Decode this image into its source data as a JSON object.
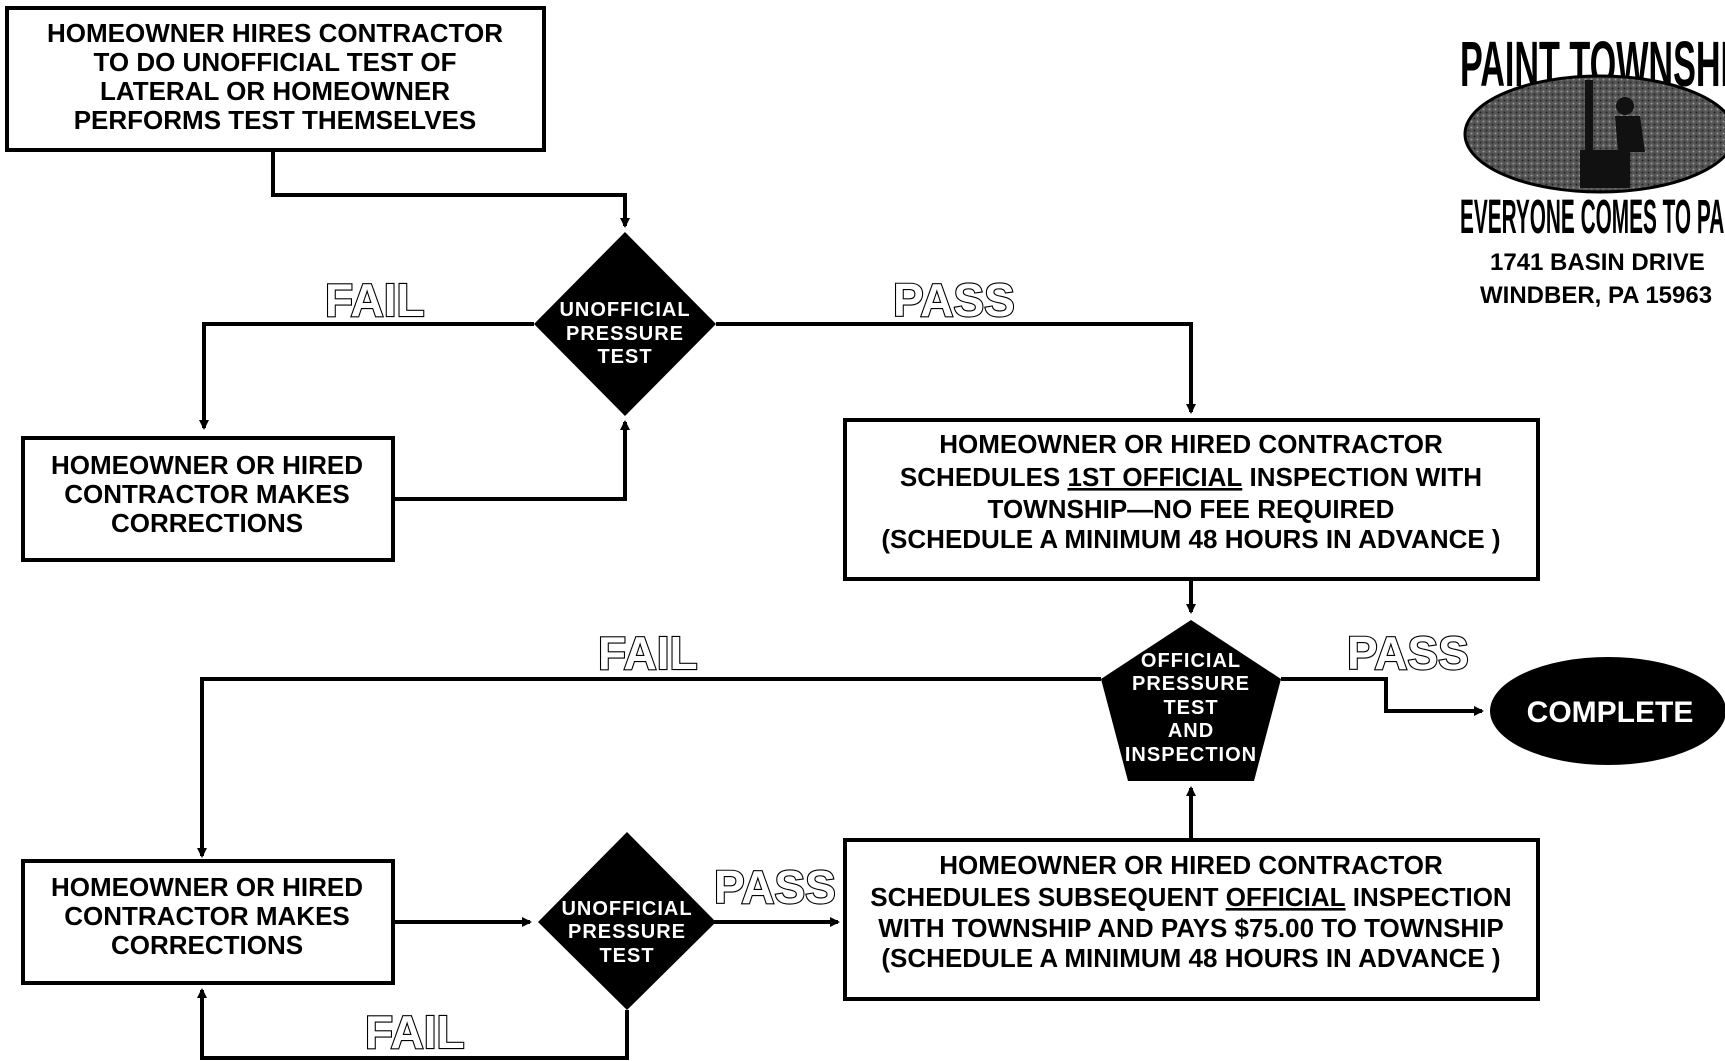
{
  "start_box": {
    "lines": [
      "HOMEOWNER HIRES CONTRACTOR",
      "TO DO UNOFFICIAL TEST OF",
      "LATERAL OR HOMEOWNER",
      "PERFORMS TEST THEMSELVES"
    ]
  },
  "decision_top": {
    "lines": [
      "UNOFFICIAL",
      "PRESSURE",
      "TEST"
    ]
  },
  "corrections_top": {
    "lines": [
      "HOMEOWNER OR HIRED",
      "CONTRACTOR MAKES",
      "CORRECTIONS"
    ]
  },
  "first_official_box": {
    "line1": "HOMEOWNER OR HIRED CONTRACTOR",
    "line2_pre": "SCHEDULES ",
    "line2_emph": "1ST OFFICIAL",
    "line2_post": " INSPECTION WITH",
    "line3": "TOWNSHIP—NO FEE REQUIRED",
    "line4": "(SCHEDULE A MINIMUM 48 HOURS IN ADVANCE )"
  },
  "official_test": {
    "lines": [
      "OFFICIAL",
      "PRESSURE",
      "TEST",
      "AND",
      "INSPECTION"
    ]
  },
  "complete": {
    "label": "COMPLETE"
  },
  "corrections_bottom": {
    "lines": [
      "HOMEOWNER OR HIRED",
      "CONTRACTOR MAKES",
      "CORRECTIONS"
    ]
  },
  "decision_bottom": {
    "lines": [
      "UNOFFICIAL",
      "PRESSURE",
      "TEST"
    ]
  },
  "subsequent_box": {
    "line1": "HOMEOWNER OR HIRED CONTRACTOR",
    "line2_pre": "SCHEDULES SUBSEQUENT  ",
    "line2_emph": "OFFICIAL",
    "line2_post": " INSPECTION",
    "line3": "WITH TOWNSHIP AND PAYS $75.00 TO TOWNSHIP",
    "line4": "(SCHEDULE A MINIMUM 48 HOURS IN ADVANCE )"
  },
  "labels": {
    "fail_top": "FAIL",
    "pass_top": "PASS",
    "fail_mid": "FAIL",
    "pass_mid": "PASS",
    "pass_bottom": "PASS",
    "fail_bottom": "FAIL"
  },
  "logo": {
    "top_text": "PAINT TOWNSHI",
    "bottom_text": "EVERYONE COMES TO PAI",
    "address_line1": "1741 BASIN DRIVE",
    "address_line2": "WINDBER, PA 15963"
  }
}
